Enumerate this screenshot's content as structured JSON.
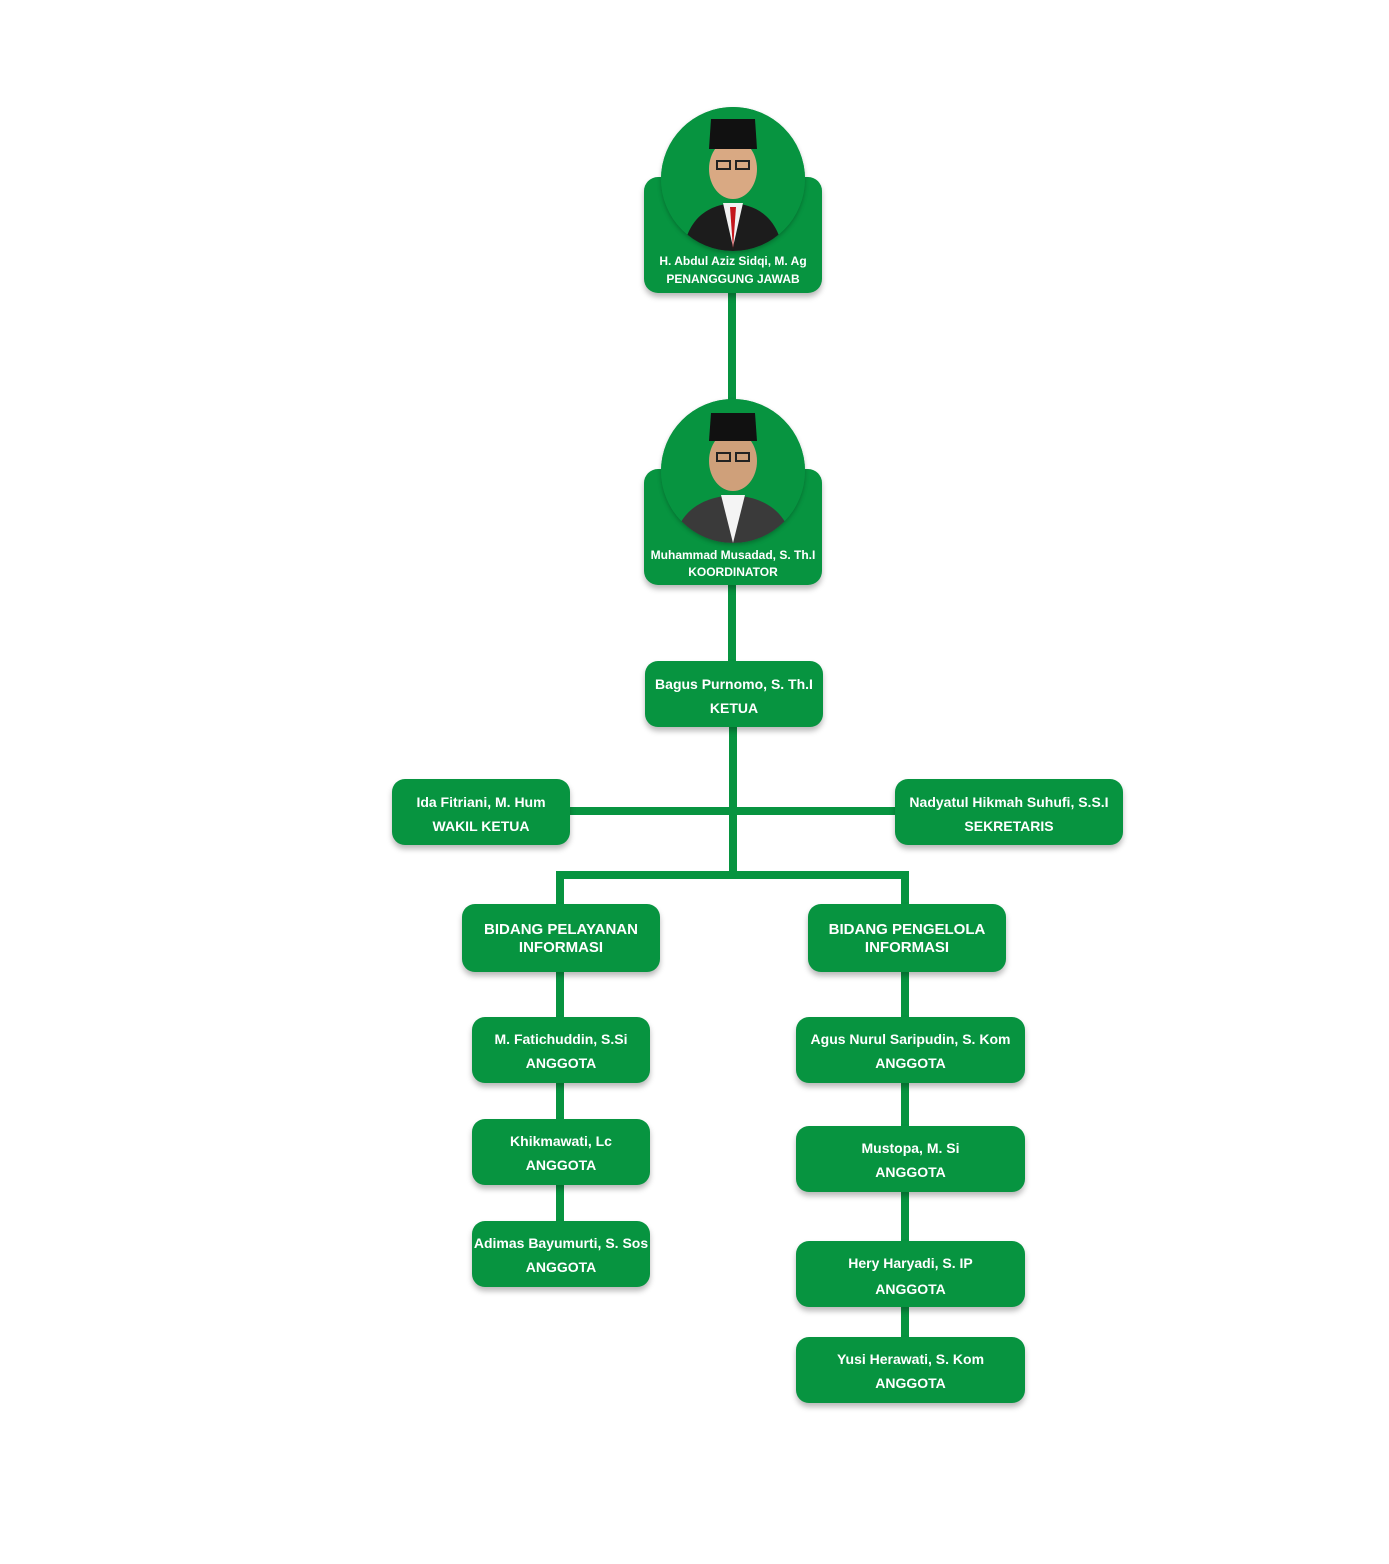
{
  "colors": {
    "accent": "#079440",
    "text": "#ffffff",
    "background": "#ffffff"
  },
  "chart": {
    "penanggung_jawab": {
      "name": "H. Abdul Aziz Sidqi, M. Ag",
      "role": "PENANGGUNG JAWAB"
    },
    "koordinator": {
      "name": "Muhammad Musadad, S. Th.I",
      "role": "KOORDINATOR"
    },
    "ketua": {
      "name": "Bagus Purnomo, S. Th.I",
      "role": "KETUA"
    },
    "wakil_ketua": {
      "name": "Ida Fitriani, M. Hum",
      "role": "WAKIL KETUA"
    },
    "sekretaris": {
      "name": "Nadyatul Hikmah Suhufi, S.S.I",
      "role": "SEKRETARIS"
    },
    "bidang_pelayanan": {
      "title_line1": "BIDANG PELAYANAN",
      "title_line2": "INFORMASI",
      "members": [
        {
          "name": "M. Fatichuddin, S.Si",
          "role": "ANGGOTA"
        },
        {
          "name": "Khikmawati, Lc",
          "role": "ANGGOTA"
        },
        {
          "name": "Adimas Bayumurti, S. Sos",
          "role": "ANGGOTA"
        }
      ]
    },
    "bidang_pengelola": {
      "title_line1": "BIDANG PENGELOLA",
      "title_line2": "INFORMASI",
      "members": [
        {
          "name": "Agus Nurul Saripudin, S. Kom",
          "role": "ANGGOTA"
        },
        {
          "name": "Mustopa, M. Si",
          "role": "ANGGOTA"
        },
        {
          "name": "Hery Haryadi, S. IP",
          "role": "ANGGOTA"
        },
        {
          "name": "Yusi Herawati, S. Kom",
          "role": "ANGGOTA"
        }
      ]
    }
  }
}
